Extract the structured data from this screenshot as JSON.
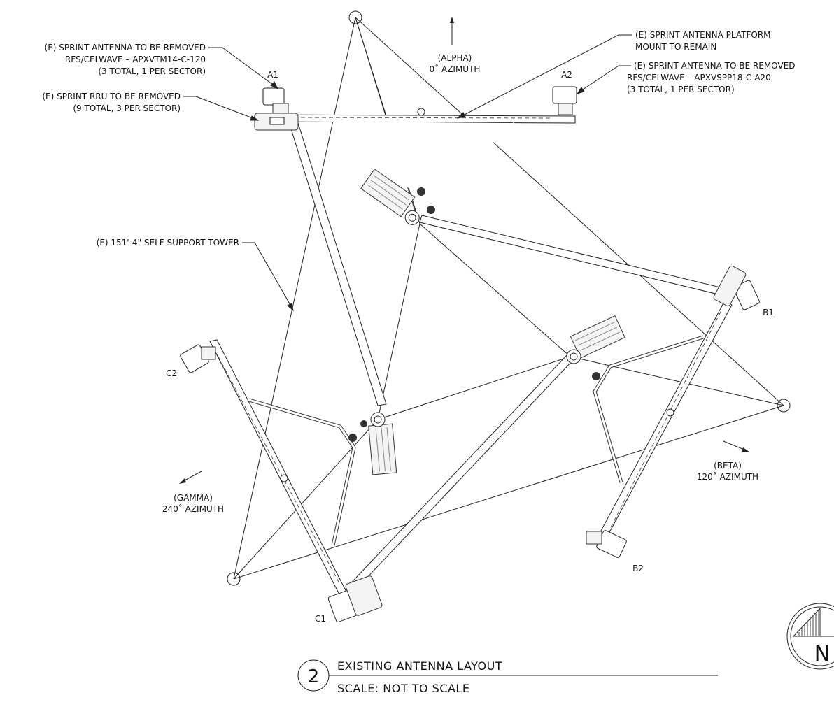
{
  "notes": {
    "antenna_a1_line1": "(E) SPRINT ANTENNA TO BE REMOVED",
    "antenna_a1_line2": "RFS/CELWAVE – APXVTM14-C-120",
    "antenna_a1_line3": "(3 TOTAL, 1 PER SECTOR)",
    "rru_line1": "(E) SPRINT RRU TO BE REMOVED",
    "rru_line2": "(9 TOTAL, 3 PER SECTOR)",
    "platform_line1": "(E) SPRINT ANTENNA PLATFORM",
    "platform_line2": "MOUNT TO REMAIN",
    "antenna_a2_line1": "(E) SPRINT ANTENNA TO BE REMOVED",
    "antenna_a2_line2": "RFS/CELWAVE – APXVSPP18-C-A20",
    "antenna_a2_line3": "(3 TOTAL, 1 PER SECTOR)",
    "tower": "(E) 151'-4\" SELF SUPPORT TOWER"
  },
  "sectors": {
    "alpha_name": "(ALPHA)",
    "alpha_azimuth": "0˚ AZIMUTH",
    "beta_name": "(BETA)",
    "beta_azimuth": "120˚ AZIMUTH",
    "gamma_name": "(GAMMA)",
    "gamma_azimuth": "240˚ AZIMUTH"
  },
  "antennas": {
    "a1": "A1",
    "a2": "A2",
    "b1": "B1",
    "b2": "B2",
    "c1": "C1",
    "c2": "C2"
  },
  "title_block": {
    "number": "2",
    "title": "EXISTING ANTENNA LAYOUT",
    "scale": "SCALE: NOT TO SCALE"
  },
  "north_arrow": {
    "letter": "N"
  }
}
